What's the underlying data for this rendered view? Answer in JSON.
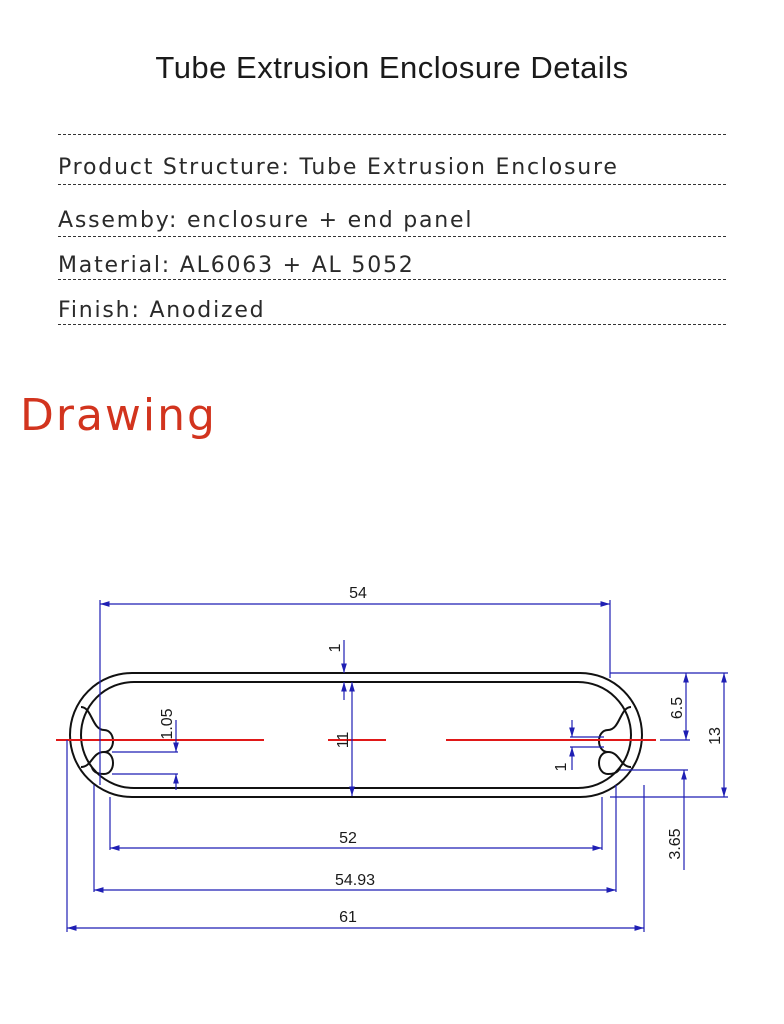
{
  "title": "Tube Extrusion Enclosure Details",
  "specs": [
    {
      "label": "Product Structure",
      "sep": ": ",
      "value": "Tube Extrusion Enclosure"
    },
    {
      "label": "Assemby",
      "sep": ":  ",
      "value": "enclosure + end panel"
    },
    {
      "label": "Material",
      "sep": ": ",
      "value": "AL6063 + AL 5052"
    },
    {
      "label": "Finish",
      "sep": ": ",
      "value": "Anodized"
    }
  ],
  "section_heading": "Drawing",
  "colors": {
    "dimension": "#1f1fb4",
    "centerline": "#e01818",
    "outline": "#111111",
    "heading": "#d2341e"
  },
  "dimensions": {
    "top_width": "54",
    "inner_width": "52",
    "outer_width_mid": "54.93",
    "overall_width": "61",
    "wall_top": "1",
    "inner_height": "11",
    "slot_gap": "1.05",
    "slot_width_right": "1",
    "half_height": "6.5",
    "overall_height": "13",
    "slot_offset": "3.65"
  }
}
